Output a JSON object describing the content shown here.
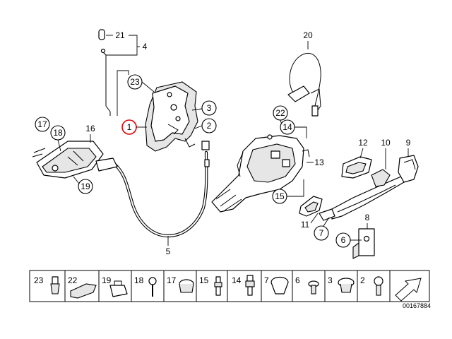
{
  "diagram": {
    "callouts": {
      "c1": "1",
      "c2": "2",
      "c3": "3",
      "c4": "4",
      "c5": "5",
      "c6": "6",
      "c7": "7",
      "c8": "8",
      "c9": "9",
      "c10": "10",
      "c11": "11",
      "c12": "12",
      "c13": "13",
      "c14": "14",
      "c15": "15",
      "c16": "16",
      "c17": "17",
      "c18": "18",
      "c19": "19",
      "c20": "20",
      "c21": "21",
      "c22": "22",
      "c23": "23"
    },
    "highlight_color": "#e00000",
    "legend": [
      "23",
      "22",
      "19",
      "18",
      "17",
      "15",
      "14",
      "7",
      "6",
      "3",
      "2"
    ],
    "document_number": "00167884"
  }
}
